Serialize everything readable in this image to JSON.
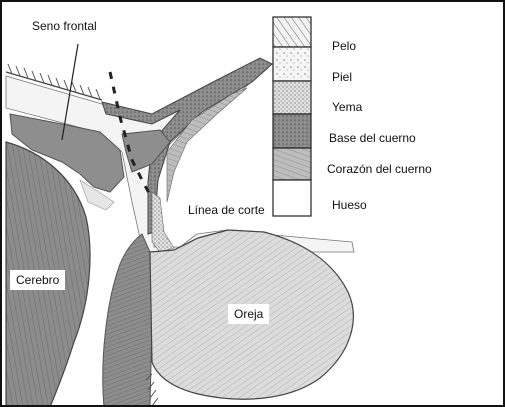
{
  "labels": {
    "frontal_sinus": "Seno frontal",
    "cut_line": "Línea de corte",
    "brain": "Cerebro",
    "ear": "Oreja"
  },
  "legend": [
    {
      "label": "Pelo",
      "pattern": "hair"
    },
    {
      "label": "Piel",
      "pattern": "skin"
    },
    {
      "label": "Yema",
      "pattern": "bud"
    },
    {
      "label": "Base del cuerno",
      "pattern": "horn-base"
    },
    {
      "label": "Corazón del cuerno",
      "pattern": "horn-core"
    },
    {
      "label": "Hueso",
      "pattern": "bone"
    }
  ]
}
